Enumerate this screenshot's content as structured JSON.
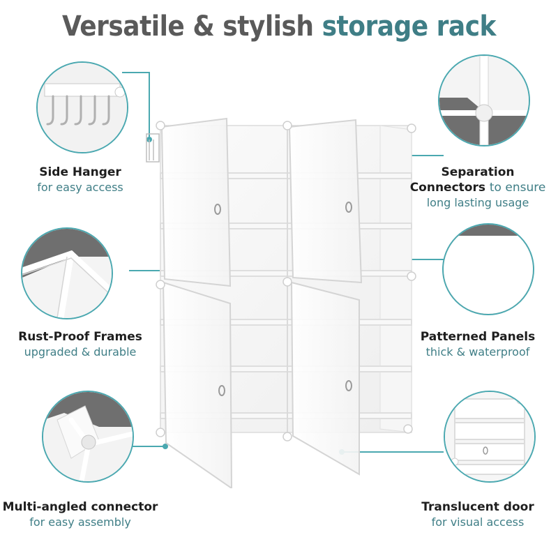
{
  "title": {
    "part1": "Versatile & stylish",
    "part2": "storage rack"
  },
  "features": {
    "side_hanger": {
      "title": "Side Hanger",
      "subtitle": "for easy access"
    },
    "separation_connectors": {
      "title": "Separation",
      "title2": "Connectors",
      "inline": "to ensure",
      "subtitle": "long lasting usage"
    },
    "rust_proof": {
      "title": "Rust-Proof Frames",
      "subtitle": "upgraded & durable"
    },
    "patterned_panels": {
      "title": "Patterned Panels",
      "subtitle": "thick & waterproof"
    },
    "multi_angled": {
      "title": "Multi-angled connector",
      "subtitle": "for easy assembly"
    },
    "translucent_door": {
      "title": "Translucent door",
      "subtitle": "for visual access"
    }
  },
  "colors": {
    "accent": "#3f7e86",
    "title_dark": "#5a5a5a",
    "leader": "#4aa8b0",
    "label_dark": "#1e1e1e"
  }
}
